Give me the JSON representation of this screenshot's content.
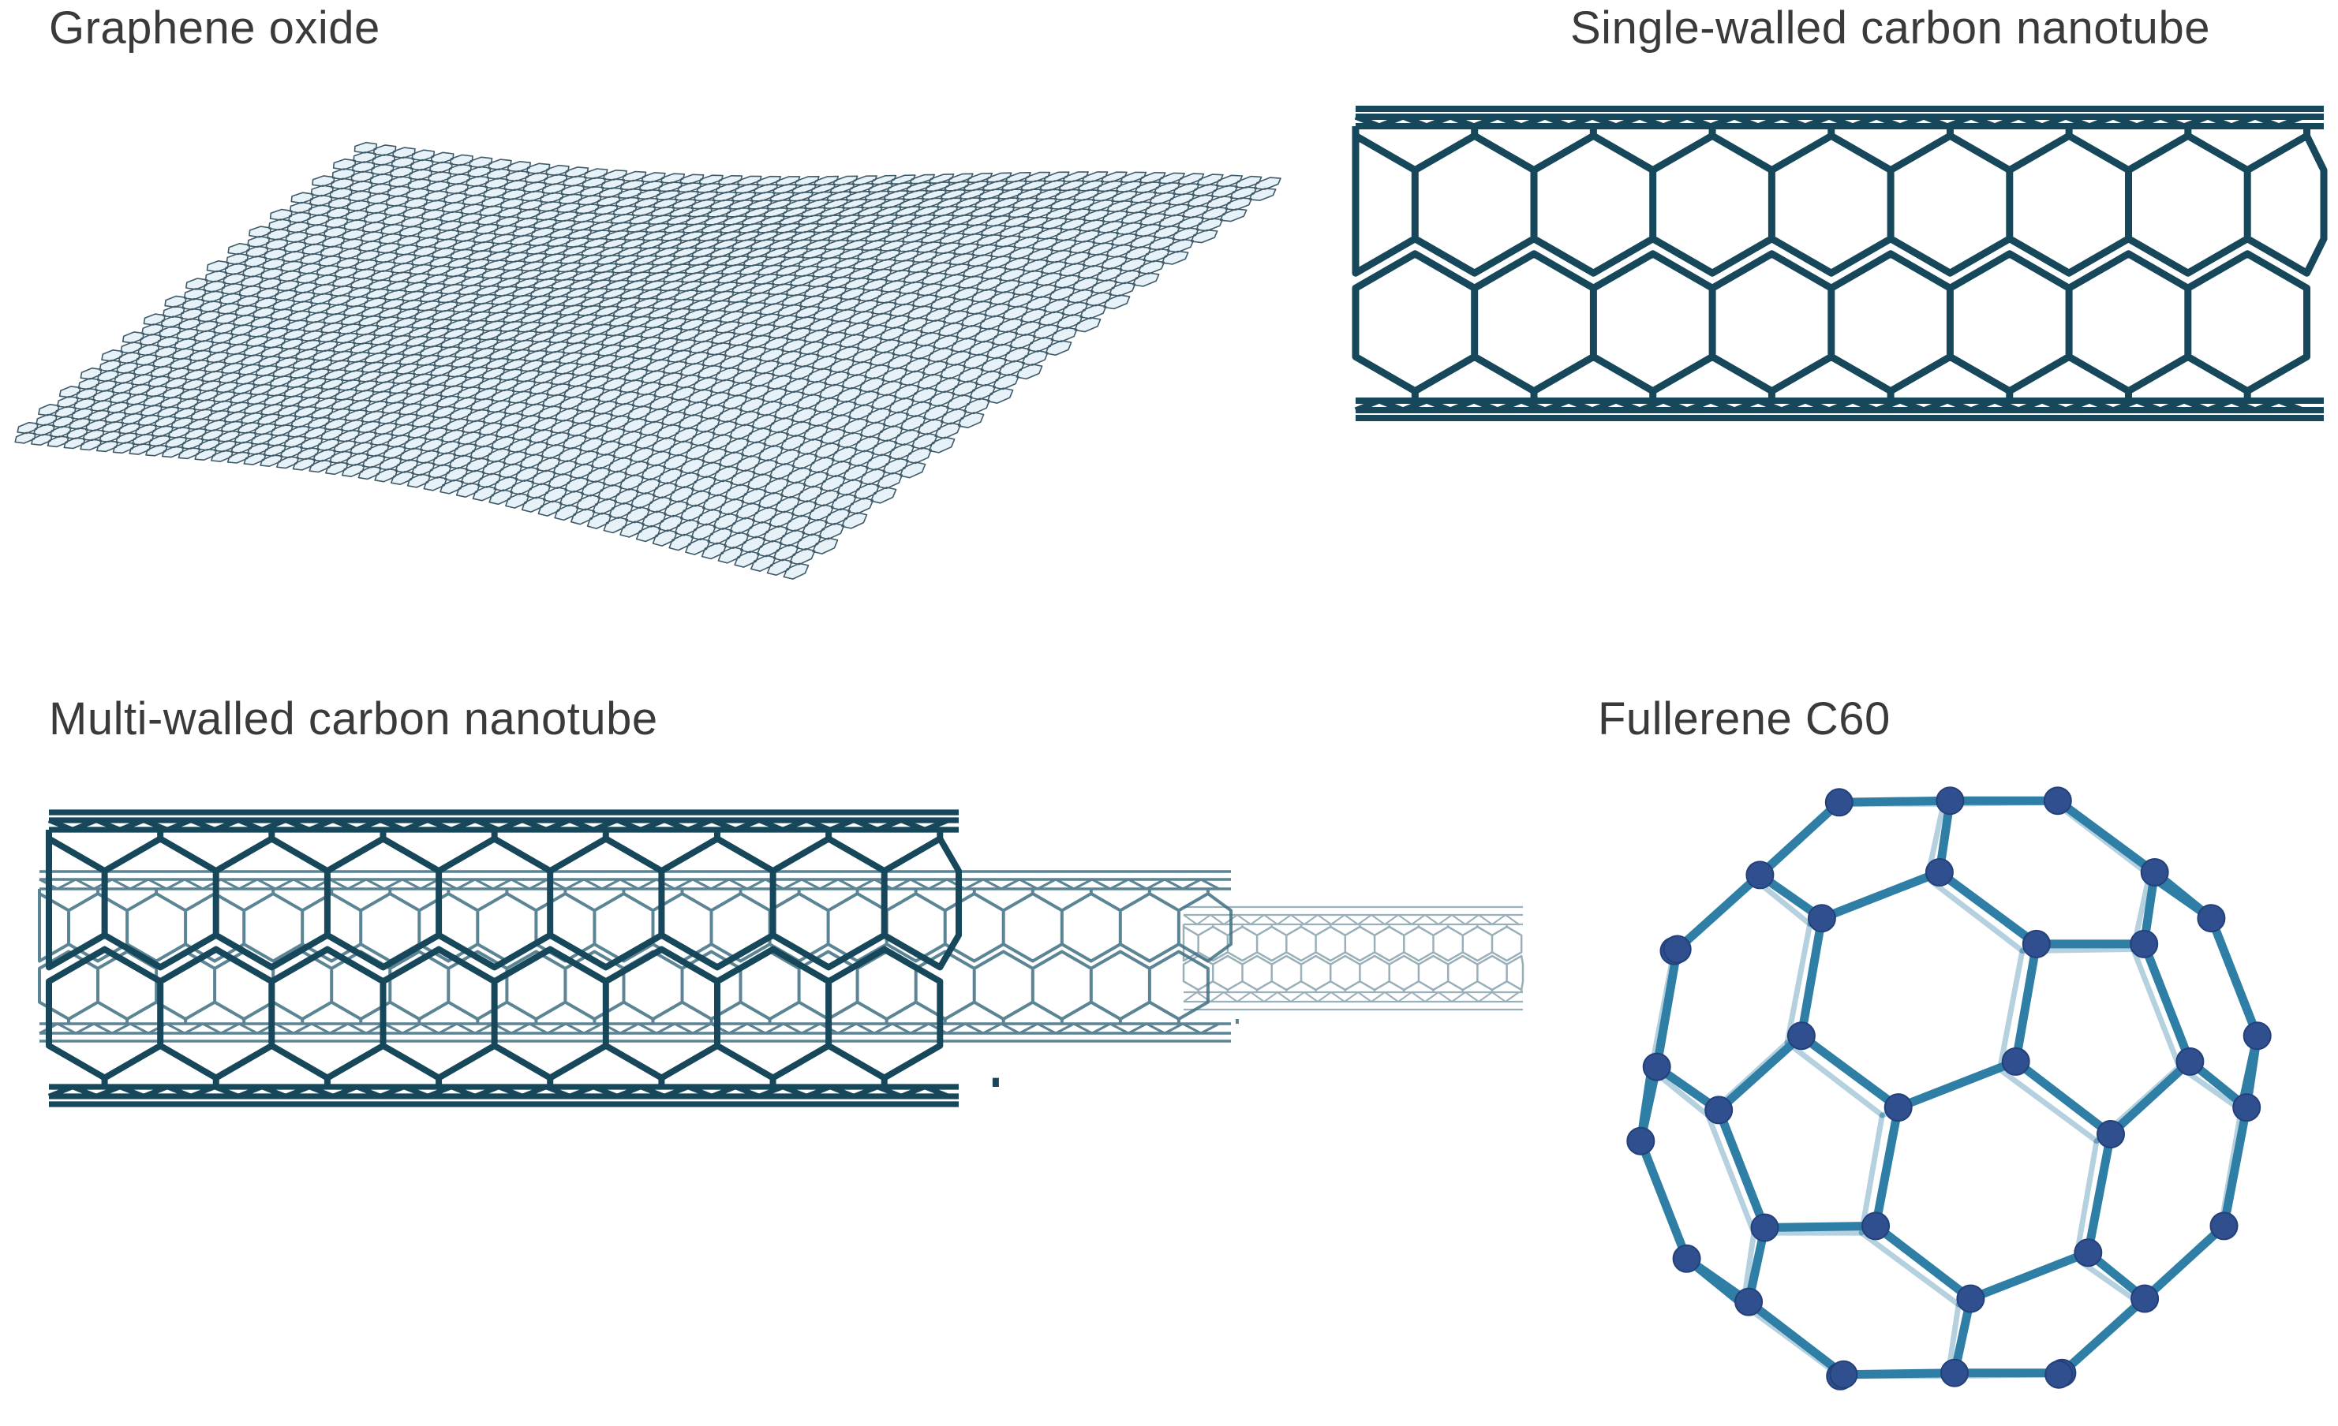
{
  "labels": {
    "graphene_oxide": "Graphene oxide",
    "swcnt": "Single-walled carbon nanotube",
    "mwcnt": "Multi-walled carbon nanotube",
    "fullerene": "Fullerene C60"
  },
  "colors": {
    "dark_teal": "#17475a",
    "mid_teal": "#3f6f82",
    "light_line": "#8fa7b2",
    "sheet_fill": "#e6f1f8",
    "sheet_line": "#3e5a68",
    "fullerene_bond": "#2e7ea5",
    "fullerene_atom": "#2f4f8e"
  }
}
